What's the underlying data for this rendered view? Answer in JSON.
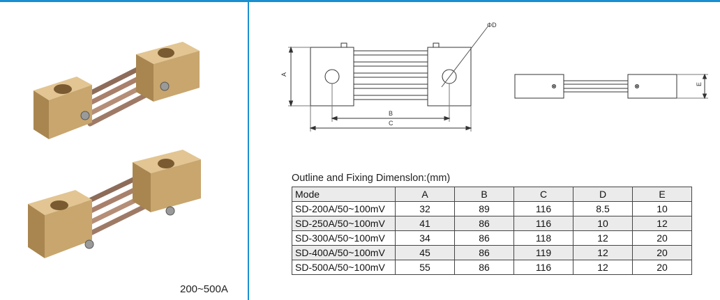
{
  "colors": {
    "accent_line": "#1a8fd0",
    "brass": "#c9a46a",
    "brass_dark": "#8c6a38",
    "rod": "#b08a74",
    "table_alt_row": "#ebebeb"
  },
  "left_panel": {
    "range_label": "200~500A"
  },
  "drawing_front": {
    "label_a": "A",
    "label_b": "B",
    "label_c": "C",
    "label_d": "ΦD"
  },
  "drawing_side": {
    "label_e": "E"
  },
  "table": {
    "title": "Outline and Fixing Dimenslon:(mm)",
    "headers": [
      "Mode",
      "A",
      "B",
      "C",
      "D",
      "E"
    ],
    "rows": [
      [
        "SD-200A/50~100mV",
        "32",
        "89",
        "116",
        "8.5",
        "10"
      ],
      [
        "SD-250A/50~100mV",
        "41",
        "86",
        "116",
        "10",
        "12"
      ],
      [
        "SD-300A/50~100mV",
        "34",
        "86",
        "118",
        "12",
        "20"
      ],
      [
        "SD-400A/50~100mV",
        "45",
        "86",
        "119",
        "12",
        "20"
      ],
      [
        "SD-500A/50~100mV",
        "55",
        "86",
        "116",
        "12",
        "20"
      ]
    ]
  }
}
